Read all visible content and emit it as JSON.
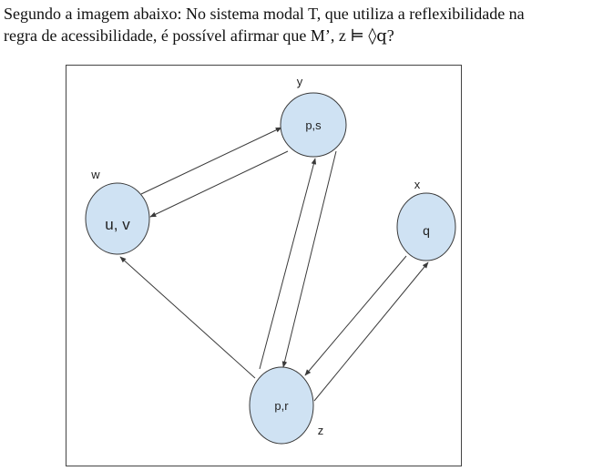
{
  "question": {
    "line1": "Segundo a imagem abaixo: No sistema modal T, que utiliza a reflexibilidade na",
    "line2_prefix": "regra de acessibilidade, é possível afirmar que M’, z ",
    "models_symbol": "⊨",
    "diamond_symbol": "◊",
    "formula_var": "q",
    "suffix": "?"
  },
  "diagram": {
    "colors": {
      "node_fill": "#cfe2f3",
      "node_stroke": "#3a3a3a",
      "edge": "#3a3a3a",
      "frame": "#444444"
    },
    "nodes": [
      {
        "id": "y",
        "world_label": "y",
        "content": "p,s"
      },
      {
        "id": "w",
        "world_label": "w",
        "content": "u, v"
      },
      {
        "id": "x",
        "world_label": "x",
        "content": "q"
      },
      {
        "id": "z",
        "world_label": "z",
        "content": "p,r"
      }
    ],
    "edges": [
      {
        "from": "w",
        "to": "y"
      },
      {
        "from": "y",
        "to": "w"
      },
      {
        "from": "y",
        "to": "z"
      },
      {
        "from": "z",
        "to": "y"
      },
      {
        "from": "z",
        "to": "w"
      },
      {
        "from": "x",
        "to": "z"
      },
      {
        "from": "z",
        "to": "x"
      }
    ]
  }
}
